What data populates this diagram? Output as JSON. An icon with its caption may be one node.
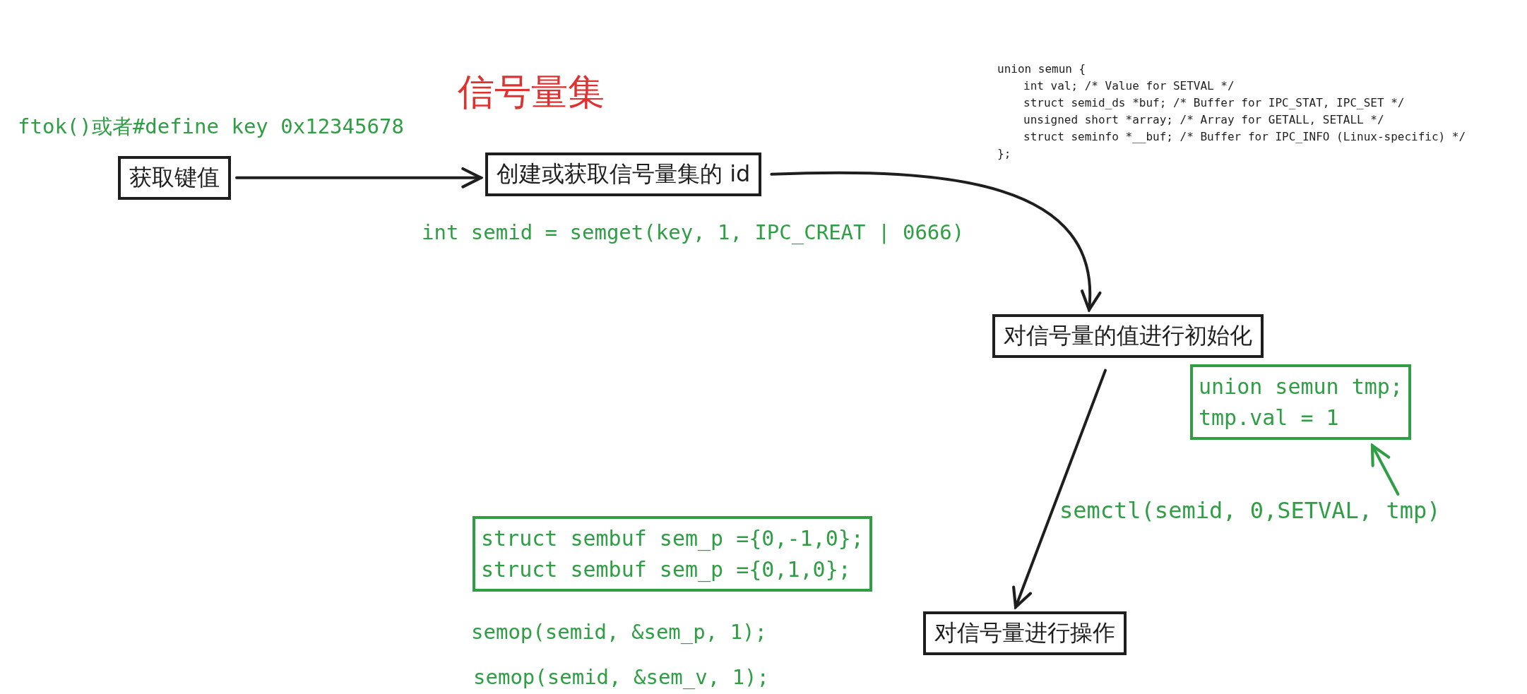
{
  "diagram": {
    "title": "信号量集",
    "nodes": [
      {
        "text": [
          "获取键值"
        ]
      },
      {
        "text": [
          "创建或获取信号量集的 id"
        ]
      },
      {
        "text": [
          "对信号量的值进行初始化"
        ]
      },
      {
        "text": [
          "union semun tmp;",
          "tmp.val = 1"
        ]
      },
      {
        "text": [
          "semctl(semid, 0,SETVAL, tmp)"
        ]
      },
      {
        "text": [
          "struct sembuf sem_p ={0,-1,0};",
          "struct sembuf sem_p ={0,1,0};"
        ]
      },
      {
        "text": [
          "对信号量进行操作"
        ]
      }
    ],
    "edges": [
      {
        "from": 0,
        "to": 1,
        "arrow": "to"
      },
      {
        "from": 1,
        "to": 2,
        "arrow": "to"
      },
      {
        "from": 2,
        "to": 6,
        "arrow": "to"
      },
      {
        "from": 4,
        "to": 3,
        "arrow": "to",
        "color": "#2f9e44"
      }
    ],
    "labels": [
      "ftok()或者#define key 0x12345678",
      "int semid = semget(key, 1, IPC_CREAT | 0666)",
      "union semun {",
      "int val; /* Value for SETVAL */",
      "struct semid_ds *buf; /* Buffer for IPC_STAT, IPC_SET */",
      "unsigned short *array; /* Array for GETALL, SETALL */",
      "struct seminfo *__buf; /* Buffer for IPC_INFO (Linux-specific) */",
      "};",
      "semop(semid, &sem_p, 1);",
      "semop(semid, &sem_v, 1);"
    ]
  }
}
